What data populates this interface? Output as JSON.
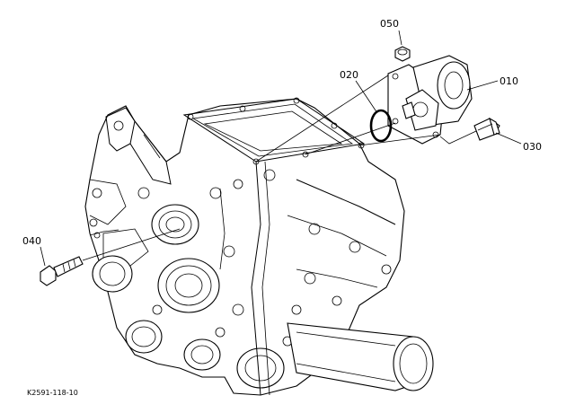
{
  "callouts": {
    "c010": "010",
    "c020": "020",
    "c030": "030",
    "c040": "040",
    "c050": "050"
  },
  "figure_code": "K2591-118-10"
}
